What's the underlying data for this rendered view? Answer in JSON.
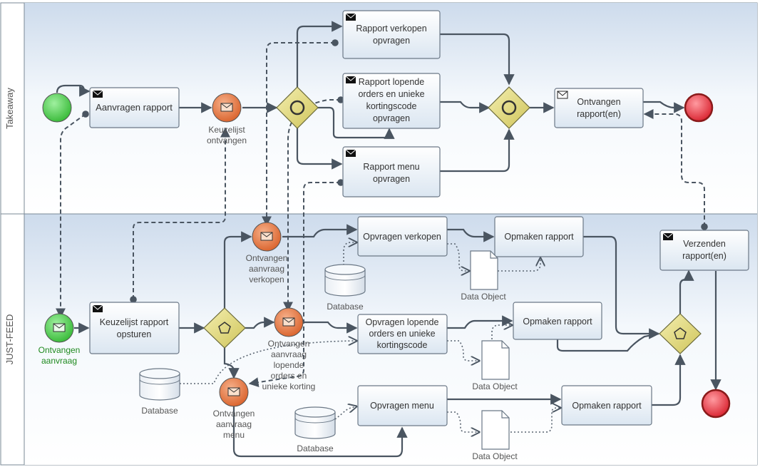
{
  "lanes": {
    "top": "Takeaway",
    "bottom": "JUST-FEED"
  },
  "takeaway": {
    "start_label": "",
    "task_request_report": "Aanvragen rapport",
    "event_list_received": [
      "Keuzelijst",
      "ontvangen"
    ],
    "task_sales": [
      "Rapport verkopen",
      "opvragen"
    ],
    "task_orders": [
      "Rapport lopende",
      "orders en unieke",
      "kortingscode",
      "opvragen"
    ],
    "task_menu": [
      "Rapport menu",
      "opvragen"
    ],
    "task_receive_reports": [
      "Ontvangen",
      "rapport(en)"
    ]
  },
  "justfeed": {
    "start_label": [
      "Ontvangen",
      "aanvraag"
    ],
    "task_send_list": [
      "Keuzelijst rapport",
      "opsturen"
    ],
    "event_sales": [
      "Ontvangen",
      "aanvraag",
      "verkopen"
    ],
    "event_orders": [
      "Ontvangen",
      "aanvraag",
      "lopende",
      "orders en",
      "unieke korting"
    ],
    "event_menu": [
      "Ontvangen",
      "aanvraag",
      "menu"
    ],
    "task_query_sales": "Opvragen verkopen",
    "task_query_orders": [
      "Opvragen lopende",
      "orders en unieke",
      "kortingscode"
    ],
    "task_query_menu": "Opvragen menu",
    "task_format_1": "Opmaken rapport",
    "task_format_2": "Opmaken rapport",
    "task_format_3": "Opmaken rapport",
    "task_send_reports": [
      "Verzenden",
      "rapport(en)"
    ],
    "database_label": "Database",
    "data_object_label": "Data Object"
  },
  "colors": {
    "start_event": "#4ccb4c",
    "end_event": "#e8303a",
    "message_event": "#e87a3c",
    "gateway": "#e8e07a",
    "lane_bg": "#dbe6f2",
    "edge": "#4a5561"
  }
}
